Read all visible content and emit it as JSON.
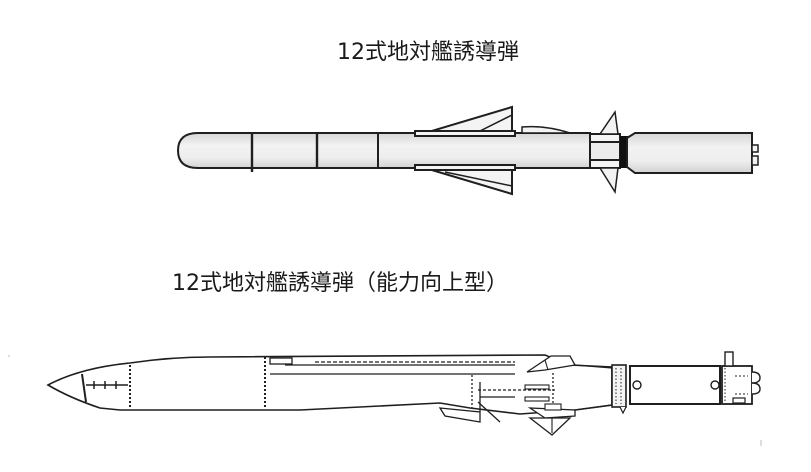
{
  "diagrams": [
    {
      "title": "12式地対艦誘導弾",
      "variant": "baseline"
    },
    {
      "title": "12式地対艦誘導弾（能力向上型）",
      "variant": "improved"
    }
  ],
  "colors": {
    "background": "#ffffff",
    "line": "#1f1f1f",
    "body_fill": "#e8e8e8",
    "text": "#1a1a1a"
  }
}
